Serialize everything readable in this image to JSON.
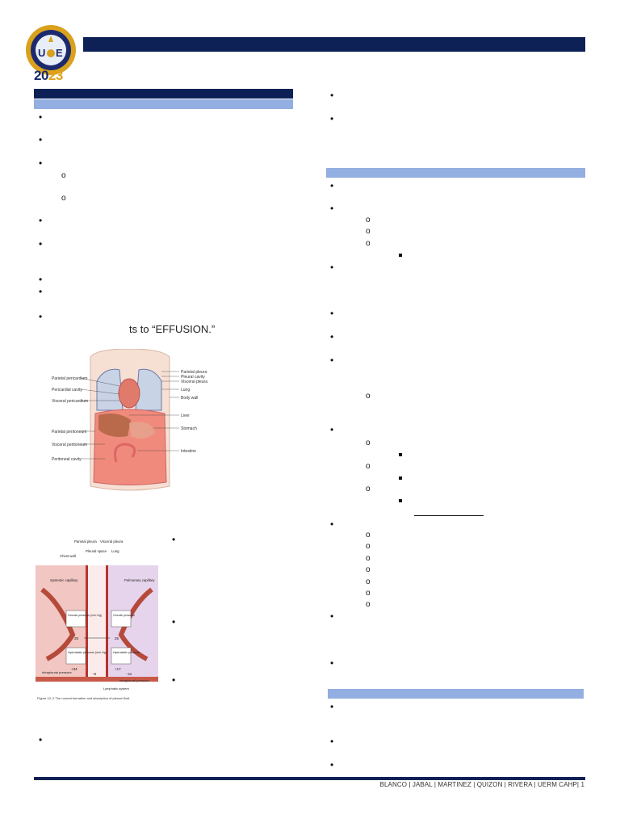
{
  "header": {
    "logo_year_a": "20",
    "logo_year_b": "23"
  },
  "figure1": {
    "snippet": "ts to “EFFUSION.”",
    "labels_left": [
      "Parietal pericardium",
      "Pericardial cavity",
      "Visceral pericardium",
      "Parietal peritoneum",
      "Visceral peritoneum",
      "Peritoneal cavity"
    ],
    "labels_right": [
      "Parietal pleura",
      "Pleural cavity",
      "Visceral pleura",
      "Lung",
      "Body wall",
      "Liver",
      "Stomach",
      "Intestine"
    ]
  },
  "figure2": {
    "top_labels": [
      "Parietal pleura",
      "Visceral pleura",
      "Chest wall",
      "Pleural space",
      "Lung"
    ],
    "side_labels": [
      "Systemic capillary",
      "Pulmonary capillary"
    ],
    "box_labels": [
      "Oncotic pressure (mm Hg)",
      "Oncotic pressure",
      "Hydrostatic pressure (mm Hg)",
      "Hydrostatic pressure"
    ],
    "values": [
      "25",
      "25",
      "+34",
      "−5",
      "+17",
      "−11"
    ],
    "bottom_labels": [
      "Intrapleural pressure",
      "Intrapleural pressure",
      "Lymphatic system"
    ],
    "caption": "Figure 12–2  The normal formation and absorption of pleural fluid."
  },
  "footer": {
    "authors": "BLANCO | JABAL | MARTINEZ | QUIZON | RIVERA | UERM CAHP| 1"
  }
}
